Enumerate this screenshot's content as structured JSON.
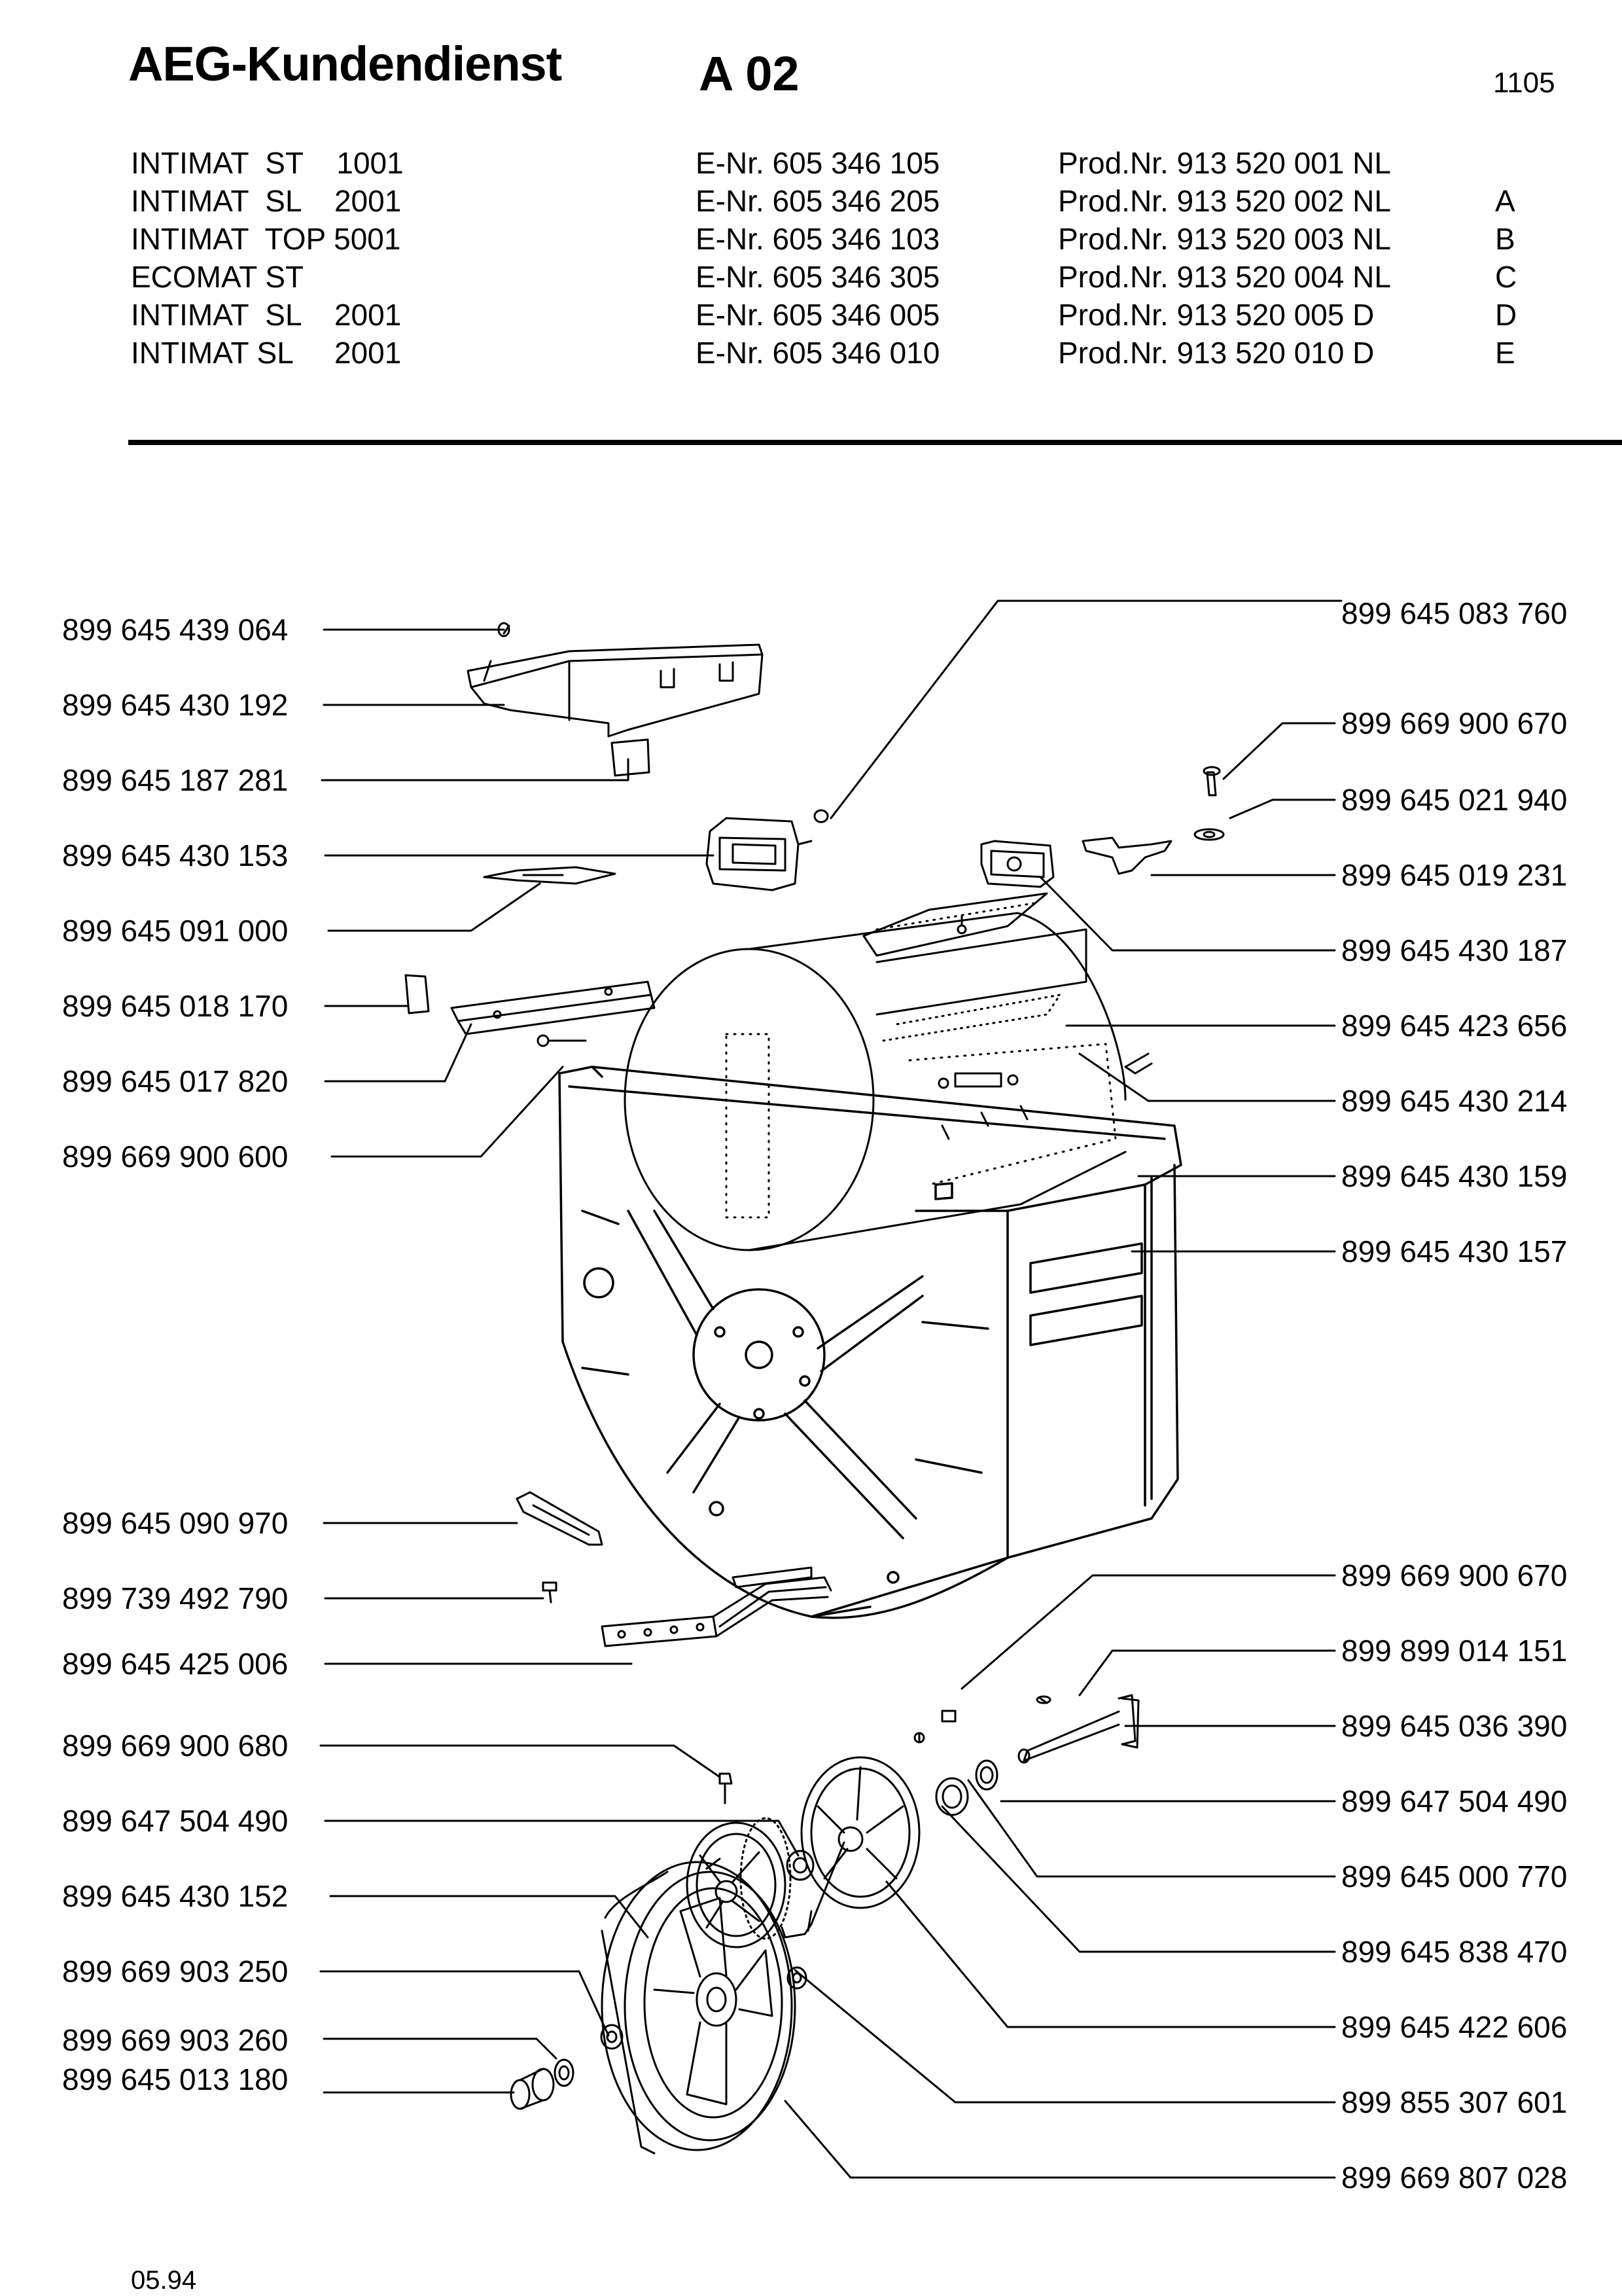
{
  "header": {
    "brand": "AEG-Kundendienst",
    "code": "A 02",
    "page": "1105"
  },
  "models": [
    {
      "model": "INTIMAT  ST    1001",
      "enr": "E-Nr. 605 346 105",
      "prod": "Prod.Nr. 913 520 001 NL",
      "variant": ""
    },
    {
      "model": "INTIMAT  SL    2001",
      "enr": "E-Nr. 605 346 205",
      "prod": "Prod.Nr. 913 520 002 NL",
      "variant": "A"
    },
    {
      "model": "INTIMAT  TOP 5001",
      "enr": "E-Nr. 605 346 103",
      "prod": "Prod.Nr. 913 520 003 NL",
      "variant": "B"
    },
    {
      "model": "ECOMAT ST",
      "enr": "E-Nr. 605 346 305",
      "prod": "Prod.Nr. 913 520 004 NL",
      "variant": "C"
    },
    {
      "model": "INTIMAT  SL    2001",
      "enr": "E-Nr. 605 346 005",
      "prod": "Prod.Nr. 913 520 005 D",
      "variant": "D"
    },
    {
      "model": "INTIMAT SL     2001",
      "enr": "E-Nr. 605 346 010",
      "prod": "Prod.Nr. 913 520 010 D",
      "variant": "E"
    }
  ],
  "parts_left": [
    "899 645 439 064",
    "899 645 430 192",
    "899 645 187 281",
    "899 645 430 153",
    "899 645 091 000",
    "899 645 018 170",
    "899 645 017 820",
    "899 669 900 600",
    "899 645 090 970",
    "899 739 492 790",
    "899 645  425 006",
    "899 669 900 680",
    "899 647 504 490",
    "899 645  430 152",
    "899 669 903 250",
    "899 669 903 260",
    "899 645 013 180"
  ],
  "parts_right": [
    "899 645 083 760",
    "899 669 900 670",
    "899 645 021 940",
    "899 645 019 231",
    "899 645 430 187",
    "899 645 423 656",
    "899 645 430 214",
    "899 645 430 159",
    "899 645 430 157",
    "899 669 900 670",
    "899 899 014 151",
    "899 645 036 390",
    "899 647 504 490",
    "899 645 000 770",
    "899 645 838 470",
    "899 645 422 606",
    "899 855 307 601",
    "899 669 807 028"
  ],
  "footer": {
    "date": "05.94"
  }
}
